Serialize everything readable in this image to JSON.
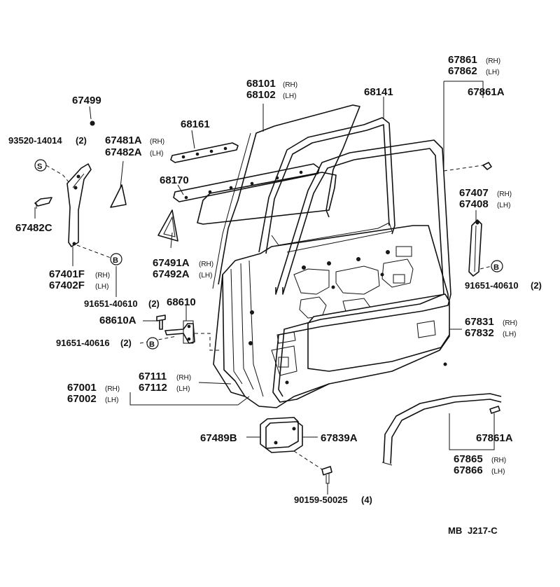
{
  "parts": {
    "p67499": "67499",
    "p93520": "93520-14014",
    "p93520_qty": "(2)",
    "p67481A": "67481A",
    "p67482A": "67482A",
    "p68161": "68161",
    "p68101": "68101",
    "p68102": "68102",
    "p68141": "68141",
    "p67861": "67861",
    "p67862": "67862",
    "p67861A_top": "67861A",
    "p68170": "68170",
    "p67482C": "67482C",
    "p67401F": "67401F",
    "p67402F": "67402F",
    "p67491A": "67491A",
    "p67492A": "67492A",
    "p67407": "67407",
    "p67408": "67408",
    "p91651_left": "91651-40610",
    "p91651_left_qty": "(2)",
    "p68610": "68610",
    "p68610A": "68610A",
    "p91651_right": "91651-40610",
    "p91651_right_qty": "(2)",
    "p91651_40616": "91651-40616",
    "p91651_40616_qty": "(2)",
    "p67831": "67831",
    "p67832": "67832",
    "p67111": "67111",
    "p67112": "67112",
    "p67001": "67001",
    "p67002": "67002",
    "p67489B": "67489B",
    "p67839A": "67839A",
    "p67861A_bottom": "67861A",
    "p67865": "67865",
    "p67866": "67866",
    "p90159": "90159-50025",
    "p90159_qty": "(4)"
  },
  "sides": {
    "rh": "(RH)",
    "lh": "(LH)"
  },
  "symbols": {
    "s": "S",
    "b": "B"
  },
  "footer": {
    "code": "MB",
    "ref": "J217-C"
  }
}
